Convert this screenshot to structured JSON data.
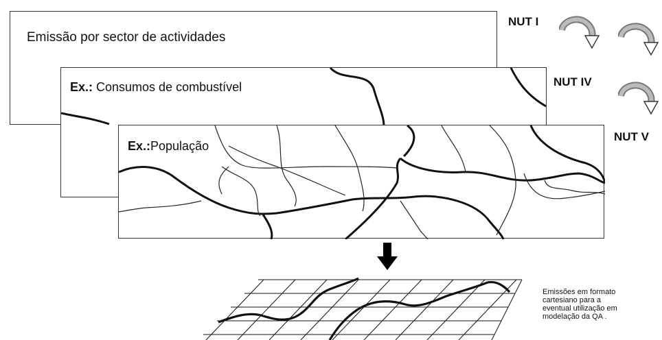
{
  "panels": {
    "sector": {
      "text": "Emissão por  sector de actividades"
    },
    "fuel": {
      "prefix": "Ex.:",
      "text": " Consumos de combustível"
    },
    "population": {
      "prefix": "Ex.:",
      "text": "População"
    }
  },
  "levels": {
    "nut1": "NUT I",
    "nut4": "NUT IV",
    "nut5": "NUT V"
  },
  "caption": {
    "lines": [
      "Emissões em formato",
      "cartesiano para  a",
      "eventual utilização em",
      "modelação da QA ."
    ]
  },
  "icons": {
    "curved_arrow": "curved-arrow-icon",
    "down_arrow": "down-arrow-icon"
  }
}
